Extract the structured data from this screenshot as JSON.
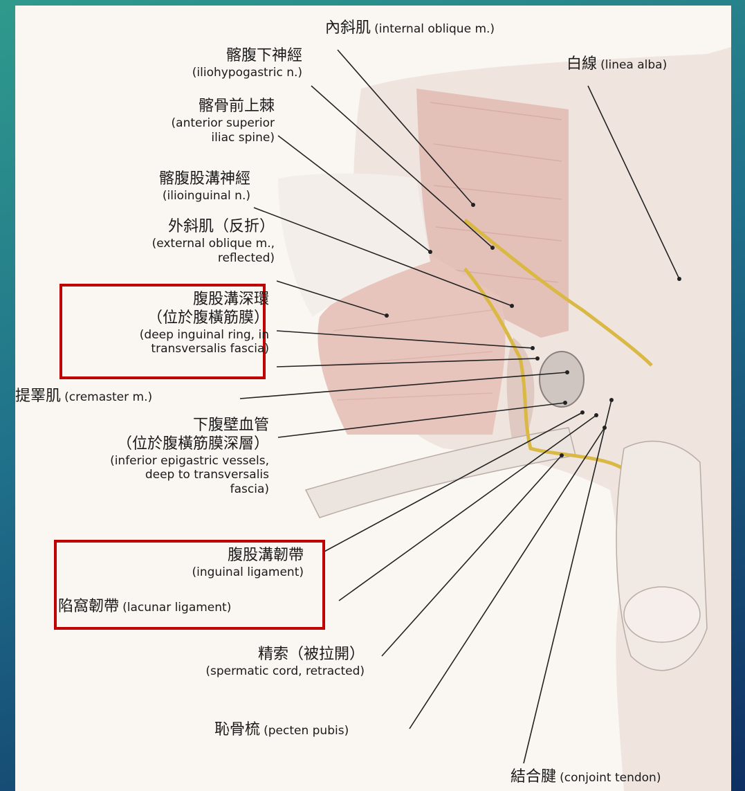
{
  "colors": {
    "box": "#c00000",
    "nerve": "#d9b844",
    "muscle": "#e2bcb4"
  },
  "labels": {
    "internal_oblique": {
      "zh": "內斜肌",
      "en": "(internal oblique m.)"
    },
    "iliohypogastric": {
      "zh": "髂腹下神經",
      "en": "(iliohypogastric n.)"
    },
    "linea_alba": {
      "zh": "白線",
      "en": "(linea alba)"
    },
    "asis": {
      "zh": "髂骨前上棘",
      "en1": "(anterior superior",
      "en2": "iliac spine)"
    },
    "ilioinguinal": {
      "zh": "髂腹股溝神經",
      "en": "(ilioinguinal n.)"
    },
    "external_oblique": {
      "zh": "外斜肌（反折）",
      "en1": "(external oblique m.,",
      "en2": "reflected)"
    },
    "deep_ring": {
      "zh1": "腹股溝深環",
      "zh2": "（位於腹橫筋膜）",
      "en1": "(deep inguinal ring, in",
      "en2": "transversalis fascia)"
    },
    "cremaster": {
      "zh": "提睪肌",
      "en": "(cremaster m.)"
    },
    "inferior_epigastric": {
      "zh1": "下腹壁血管",
      "zh2": "（位於腹橫筋膜深層）",
      "en1": "(inferior epigastric vessels,",
      "en2": "deep to transversalis",
      "en3": "fascia)"
    },
    "inguinal_ligament": {
      "zh": "腹股溝韌帶",
      "en": "(inguinal ligament)"
    },
    "lacunar_ligament": {
      "zh": "陷窩韌帶",
      "en": "(lacunar ligament)"
    },
    "spermatic_cord": {
      "zh": "精索（被拉開）",
      "en": "(spermatic cord, retracted)"
    },
    "pecten_pubis": {
      "zh": "恥骨梳",
      "en": "(pecten pubis)"
    },
    "conjoint_tendon": {
      "zh": "結合腱",
      "en": "(conjoint tendon)"
    }
  }
}
